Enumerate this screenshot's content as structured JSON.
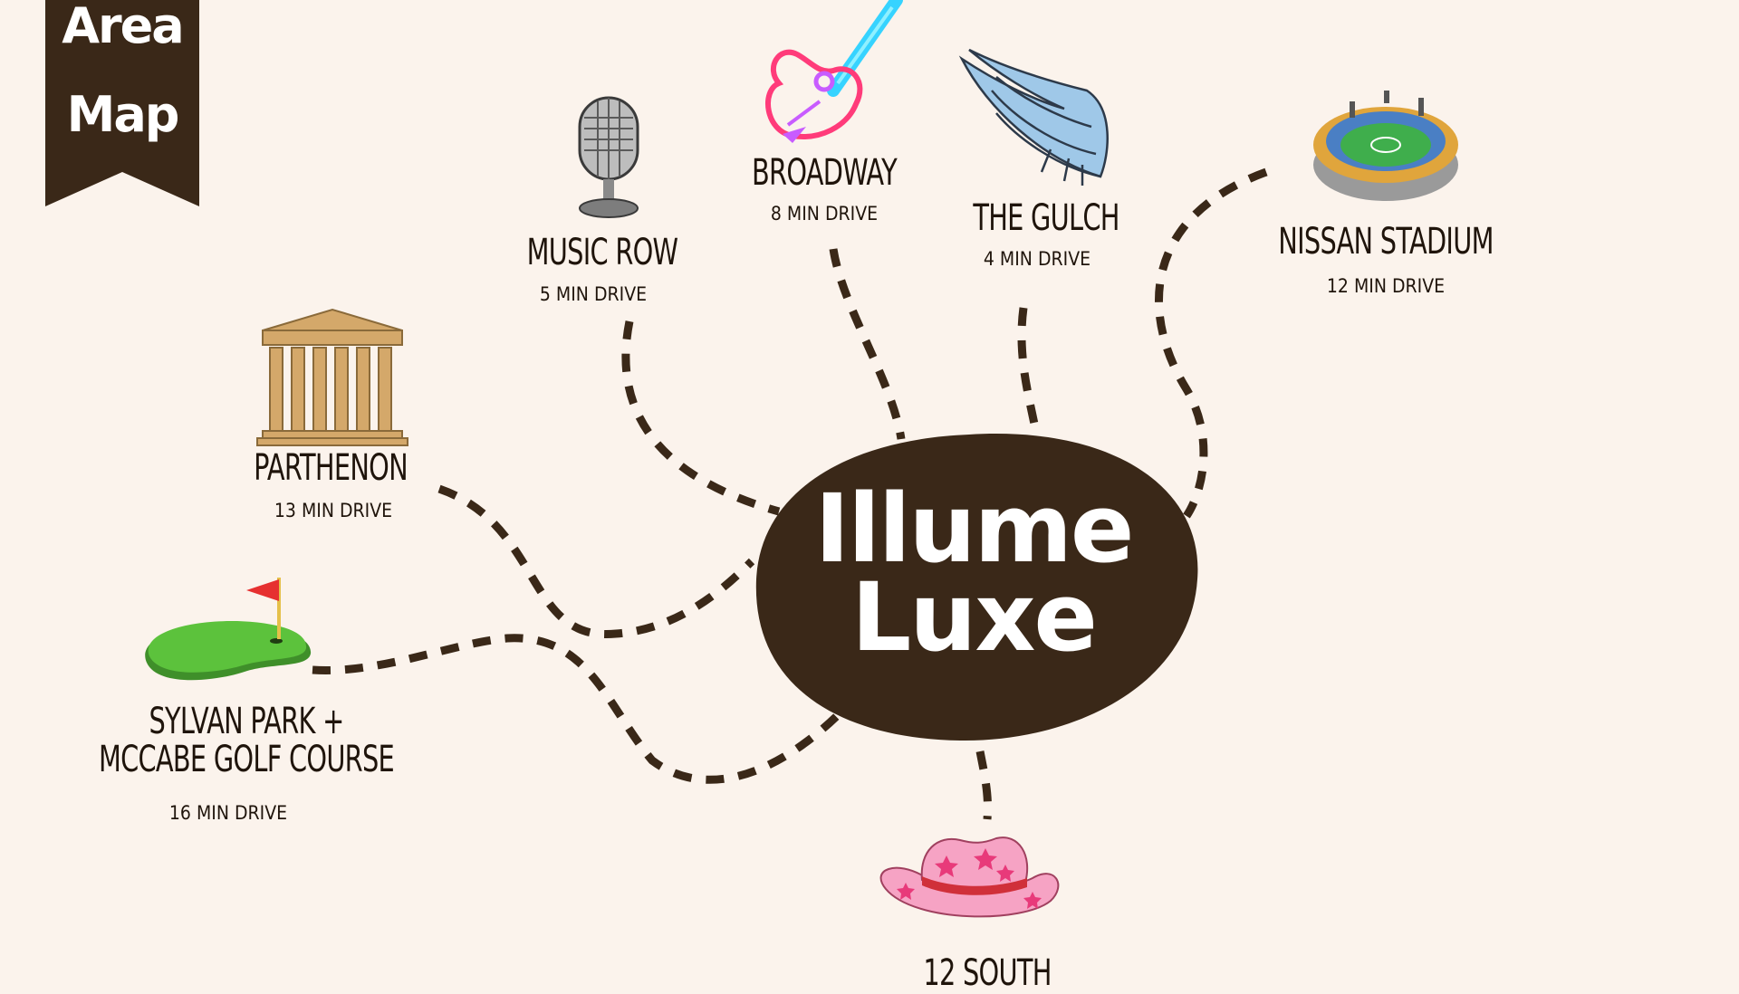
{
  "banner": {
    "line1": "Area",
    "line2": "Map"
  },
  "center": {
    "line1": "Illume",
    "line2": "Luxe"
  },
  "locations": [
    {
      "id": "broadway",
      "name": "BROADWAY",
      "drive": "8 MIN DRIVE",
      "icon": "neon-guitar-icon"
    },
    {
      "id": "music-row",
      "name": "MUSIC ROW",
      "drive": "5 MIN DRIVE",
      "icon": "microphone-icon"
    },
    {
      "id": "the-gulch",
      "name": "THE GULCH",
      "drive": "4 MIN DRIVE",
      "icon": "angel-wings-icon"
    },
    {
      "id": "nissan-stadium",
      "name": "NISSAN STADIUM",
      "drive": "12 MIN DRIVE",
      "icon": "stadium-icon"
    },
    {
      "id": "parthenon",
      "name": "PARTHENON",
      "drive": "13 MIN DRIVE",
      "icon": "parthenon-icon"
    },
    {
      "id": "sylvan-park",
      "name": "SYLVAN PARK +\nMCCABE GOLF COURSE",
      "drive": "16 MIN DRIVE",
      "icon": "golf-green-icon"
    },
    {
      "id": "12-south",
      "name": "12 SOUTH",
      "drive": "",
      "icon": "cowboy-hat-icon"
    }
  ],
  "colors": {
    "background": "#fbf3ec",
    "brown": "#3a2818",
    "text": "#1f140b",
    "neon_pink": "#ff3b7a",
    "neon_cyan": "#36d3ff",
    "wing_blue": "#9fc8e8",
    "golf_green": "#5cc23c",
    "hat_pink": "#f6a3c4",
    "parthenon_tan": "#d4a86a"
  }
}
